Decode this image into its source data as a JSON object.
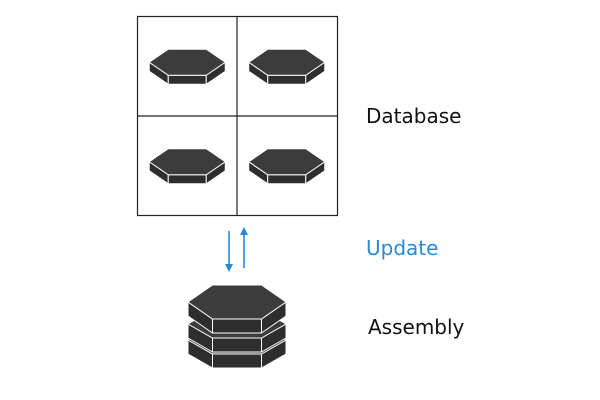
{
  "labels": {
    "database": "Database",
    "update": "Update",
    "assembly": "Assembly"
  },
  "colors": {
    "tile_top": "#3c3c3c",
    "tile_side": "#2e2e2e",
    "tile_edge": "#ffffff",
    "grid_line": "#222222",
    "text": "#111111",
    "update_accent": "#2b88d8"
  },
  "database_grid": {
    "rows": 2,
    "cols": 2
  },
  "assembly_stack": {
    "layers": 3
  }
}
